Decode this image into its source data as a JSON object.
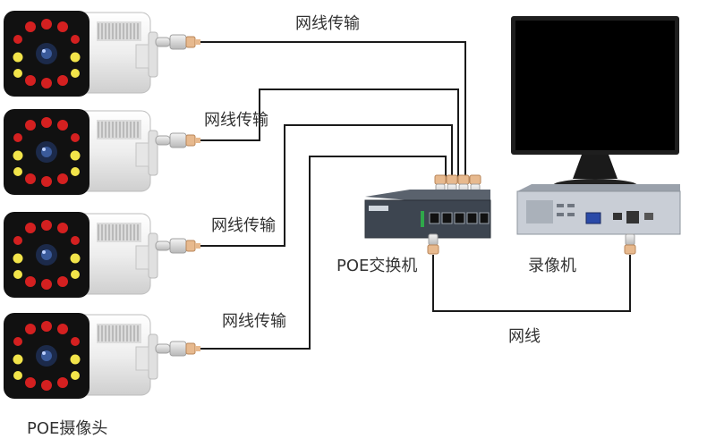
{
  "labels": {
    "cable_1": "网线传输",
    "cable_2": "网线传输",
    "cable_3": "网线传输",
    "cable_4": "网线传输",
    "switch": "POE交换机",
    "recorder": "录像机",
    "uplink": "网线",
    "cameras": "POE摄像头"
  },
  "colors": {
    "line": "#1a1a1a",
    "camera_body": "#eeeeee",
    "camera_face": "#111111",
    "ir_led": "#d42020",
    "white_led": "#f2e44a",
    "switch_body": "#3d4550",
    "recorder_body": "#c9ced6",
    "monitor_screen": "#000000",
    "plug": "#d8d8d8",
    "boot": "#e7b98e"
  },
  "icons": [
    "poe-camera-icon",
    "rj45-connector-icon",
    "poe-switch-icon",
    "nvr-recorder-icon",
    "monitor-icon"
  ]
}
